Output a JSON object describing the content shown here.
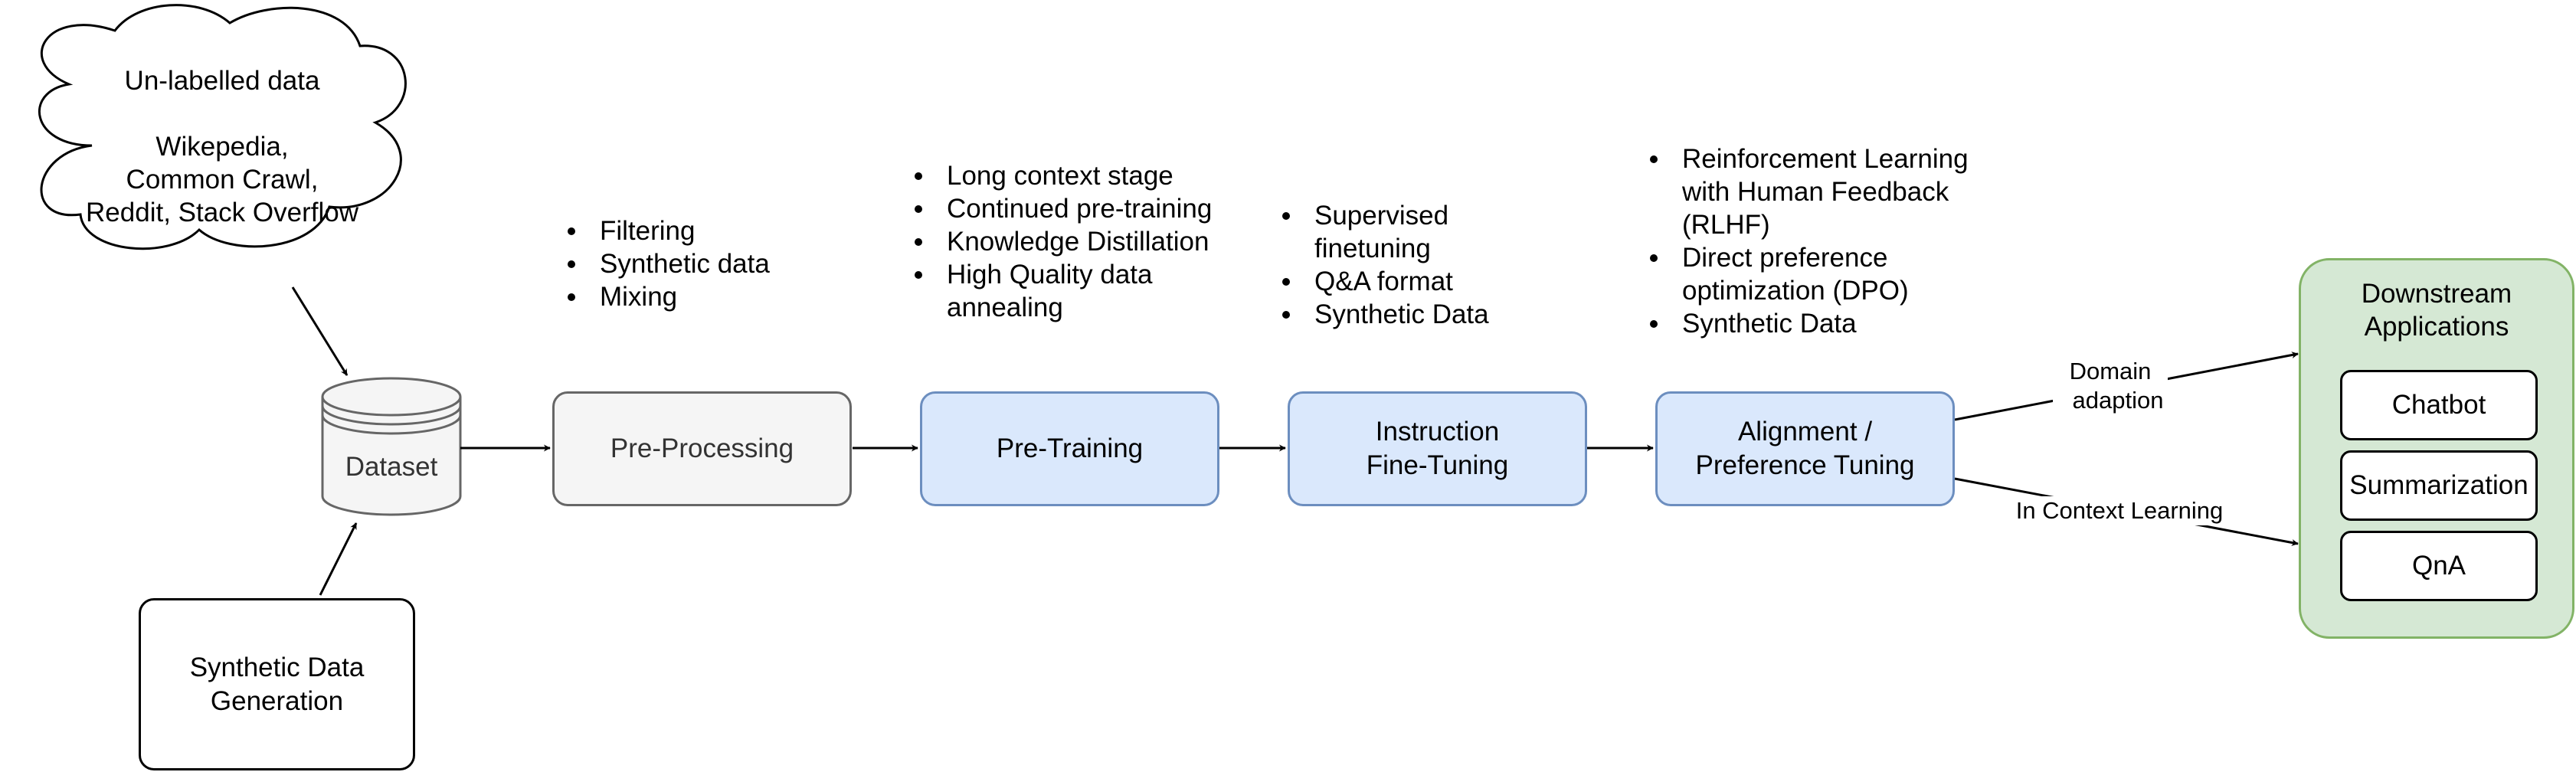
{
  "cloud": {
    "title": "Un-labelled data",
    "sources": [
      "Wikepedia,",
      "Common Crawl,",
      "Reddit, Stack Overflow"
    ]
  },
  "dataset": {
    "label": "Dataset"
  },
  "synthetic_generation": {
    "lines": [
      "Synthetic Data",
      "Generation"
    ]
  },
  "stages": {
    "preprocessing": {
      "label": "Pre-Processing",
      "bullets": [
        "Filtering",
        "Synthetic data",
        "Mixing"
      ]
    },
    "pretraining": {
      "label": "Pre-Training",
      "bullets": [
        "Long context stage",
        "Continued pre-training",
        "Knowledge Distillation",
        "High Quality data annealing"
      ]
    },
    "instruction": {
      "lines": [
        "Instruction",
        "Fine-Tuning"
      ],
      "bullets": [
        "Supervised finetuning",
        "Q&A format",
        "Synthetic Data"
      ]
    },
    "alignment": {
      "lines": [
        "Alignment /",
        "Preference Tuning"
      ],
      "bullets": [
        "Reinforcement Learning with Human Feedback (RLHF)",
        "Direct preference optimization (DPO)",
        "Synthetic Data"
      ]
    }
  },
  "edge_labels": {
    "domain": [
      "Domain",
      "adaption"
    ],
    "icl": "In Context Learning"
  },
  "downstream": {
    "title": [
      "Downstream",
      "Applications"
    ],
    "apps": [
      "Chatbot",
      "Summarization",
      "QnA"
    ]
  },
  "colors": {
    "blue_fill": "#dae8fc",
    "blue_stroke": "#6c8ebf",
    "green_fill": "#d5e8d4",
    "green_stroke": "#82b366",
    "gray_fill": "#f5f5f5"
  }
}
